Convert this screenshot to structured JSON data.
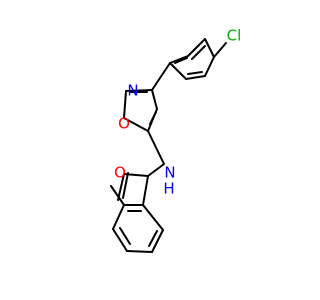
{
  "molecule": {
    "atoms": {
      "chlorine": "Cl",
      "isoxazole_nitrogen": "N",
      "isoxazole_oxygen": "O",
      "amide_oxygen": "O",
      "amide_nitrogen": "N",
      "amide_hydrogen": "H"
    },
    "colors": {
      "bond": "#000000",
      "chlorine": "#00b000",
      "nitrogen": "#0000ff",
      "oxygen": "#ff0000"
    }
  }
}
